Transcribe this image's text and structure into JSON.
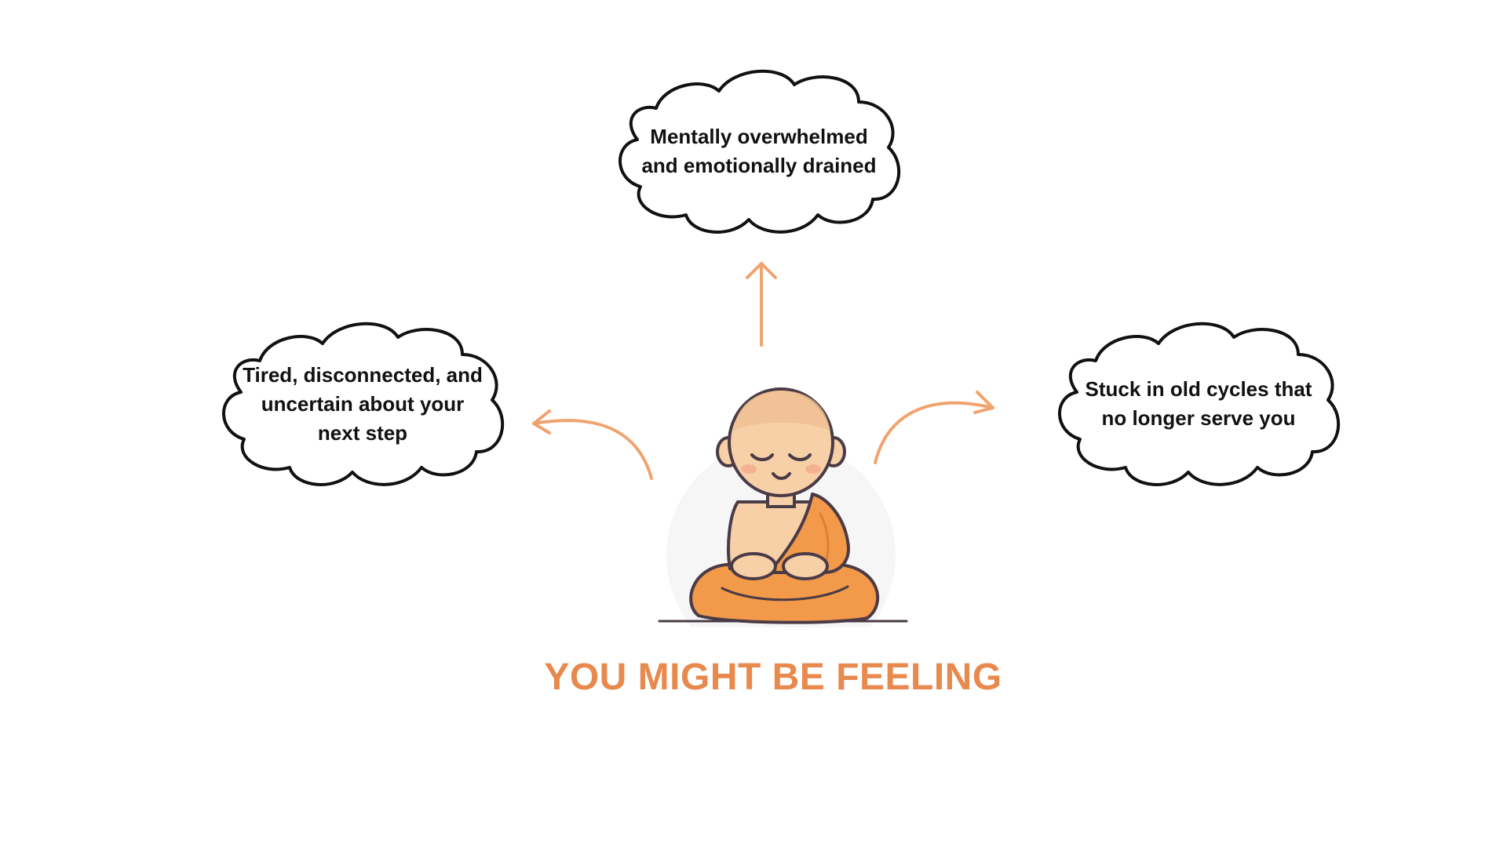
{
  "title": "YOU MIGHT BE FEELING",
  "clouds": {
    "top": {
      "line1": "Mentally overwhelmed",
      "line2": "and emotionally drained"
    },
    "left": {
      "line1": "Tired, disconnected, and",
      "line2": "uncertain about your",
      "line3": "next step"
    },
    "right": {
      "line1": "Stuck in old cycles that",
      "line2": "no longer serve you"
    }
  },
  "colors": {
    "accent": "#E8894D",
    "robe": "#F2994A",
    "text": "#111111"
  },
  "icons": {
    "center": "meditating-monk-illustration",
    "arrows": [
      "arrow-up-icon",
      "curved-arrow-left-icon",
      "curved-arrow-right-icon"
    ]
  }
}
